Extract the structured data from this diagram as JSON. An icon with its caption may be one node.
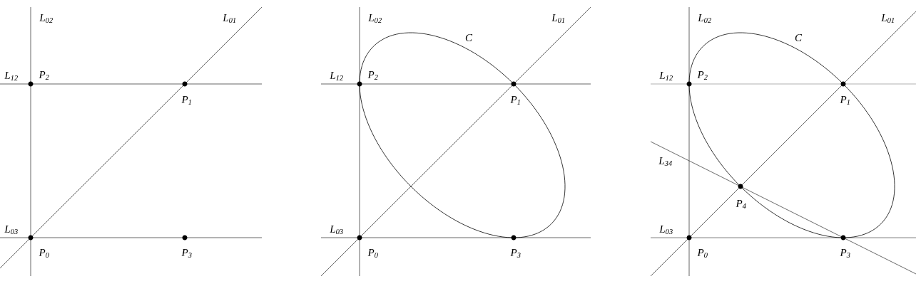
{
  "diagram": {
    "labels": [
      "L$_{02}$",
      "L$_{01}$",
      "L$_{12}$",
      "P$_{2}$",
      "P$_{1}$",
      "L$_{03}$",
      "P$_{0}$",
      "P$_{3}$",
      "L$_{02}$",
      "L$_{01}$",
      "C",
      "L$_{12}$",
      "P$_{2}$",
      "P$_{1}$",
      "L$_{03}$",
      "P$_{0}$",
      "P$_{3}$",
      "L$_{02}$",
      "L$_{01}$",
      "C",
      "L$_{12}$",
      "P$_{2}$",
      "P$_{1}$",
      "L$_{34}$",
      "P$_{4}$",
      "L$_{03}$",
      "P$_{0}$",
      "P$_{3}$"
    ]
  }
}
